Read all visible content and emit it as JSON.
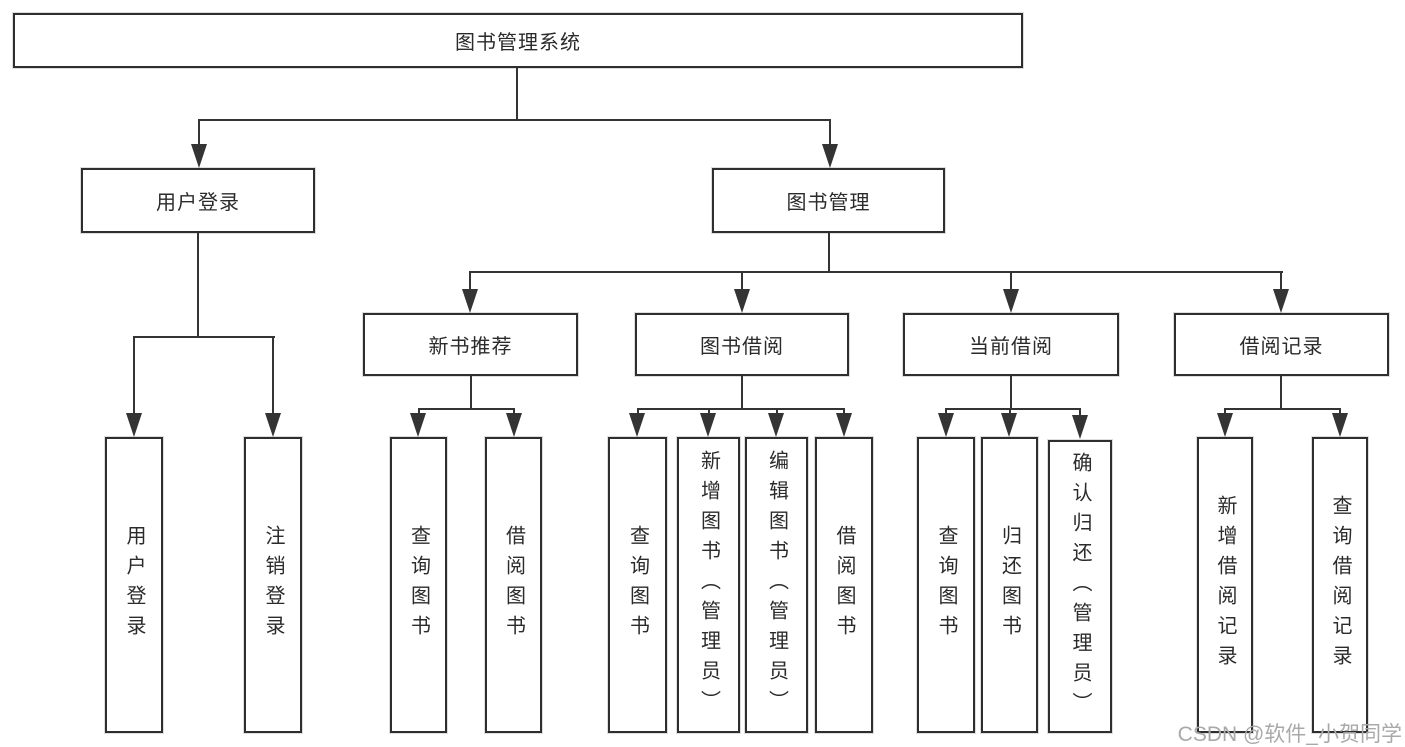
{
  "colors": {
    "background": "#ffffff",
    "line": "#343434",
    "box_border": "#2e2e2e",
    "text": "#2b2b2b",
    "watermark_text": "#a9a9a9"
  },
  "nodes": {
    "root": "图书管理系统",
    "level2": {
      "user_login": "用户登录",
      "book_management": "图书管理"
    },
    "level3": {
      "new_book_rec": "新书推荐",
      "book_borrow": "图书借阅",
      "current_borrow": "当前借阅",
      "borrow_records": "借阅记录"
    },
    "leaves": {
      "user_login": [
        "用户登录",
        "注销登录"
      ],
      "new_book_rec": [
        "查询图书",
        "借阅图书"
      ],
      "book_borrow": [
        "查询图书",
        "新增图书（管理员）",
        "编辑图书（管理员）",
        "借阅图书"
      ],
      "current_borrow": [
        "查询图书",
        "归还图书",
        "确认归还（管理员）"
      ],
      "borrow_records": [
        "新增借阅记录",
        "查询借阅记录"
      ]
    }
  },
  "watermark": "CSDN @软件_小贺同学"
}
